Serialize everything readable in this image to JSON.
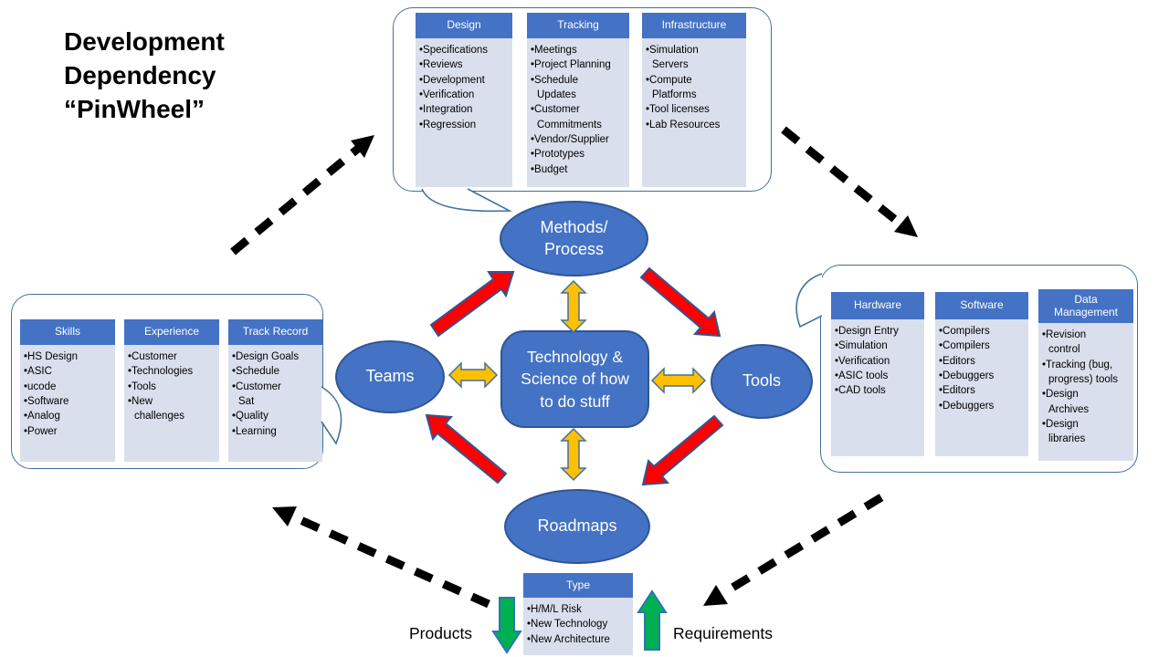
{
  "title": {
    "text": "Development\nDependency\n“PinWheel”"
  },
  "nodes": {
    "center": {
      "label": "Technology &\nScience of how\nto do stuff"
    },
    "top": {
      "label": "Methods/\nProcess"
    },
    "left": {
      "label": "Teams"
    },
    "right": {
      "label": "Tools"
    },
    "bottom": {
      "label": "Roadmaps"
    }
  },
  "callouts": {
    "top": {
      "columns": [
        {
          "header": "Design",
          "items": [
            "Specifications",
            "Reviews",
            "Development",
            "Verification",
            "Integration",
            "Regression"
          ]
        },
        {
          "header": "Tracking",
          "items": [
            "Meetings",
            "Project Planning",
            "Schedule\nUpdates",
            "Customer\nCommitments",
            "Vendor/Supplier",
            "Prototypes",
            "Budget"
          ]
        },
        {
          "header": "Infrastructure",
          "items": [
            "Simulation\nServers",
            "Compute\nPlatforms",
            "Tool licenses",
            "Lab Resources"
          ]
        }
      ]
    },
    "left": {
      "columns": [
        {
          "header": "Skills",
          "items": [
            "HS Design",
            "ASIC",
            "ucode",
            "Software",
            "Analog",
            "Power"
          ]
        },
        {
          "header": "Experience",
          "items": [
            "Customer",
            "Technologies",
            "Tools",
            "New\nchallenges"
          ]
        },
        {
          "header": "Track Record",
          "items": [
            "Design Goals",
            "Schedule",
            "Customer\nSat",
            "Quality",
            "Learning"
          ]
        }
      ]
    },
    "right": {
      "columns": [
        {
          "header": "Hardware",
          "items": [
            "Design Entry",
            "Simulation",
            "Verification",
            "ASIC tools",
            "CAD tools"
          ]
        },
        {
          "header": "Software",
          "items": [
            "Compilers",
            "Compilers",
            "Editors",
            "Debuggers",
            "Editors",
            "Debuggers"
          ]
        },
        {
          "header": "Data\nManagement",
          "items": [
            "Revision\ncontrol",
            "Tracking (bug,\nprogress) tools",
            "Design\nArchives",
            "Design\nlibraries"
          ]
        }
      ]
    },
    "bottom": {
      "columns": [
        {
          "header": "Type",
          "items": [
            "H/M/L Risk",
            "New Technology",
            "New Architecture"
          ]
        }
      ]
    }
  },
  "labels": {
    "products": "Products",
    "requirements": "Requirements"
  },
  "colors": {
    "node_fill": "#4472C4",
    "node_border": "#2F5597",
    "panel_header": "#4472C4",
    "panel_body": "#D9DFEC",
    "bubble_border": "#41719C",
    "red_arrow": "#FF0000",
    "yellow_arrow": "#FFC000",
    "green_arrow": "#00B050",
    "dashed_arrow": "#000000"
  }
}
